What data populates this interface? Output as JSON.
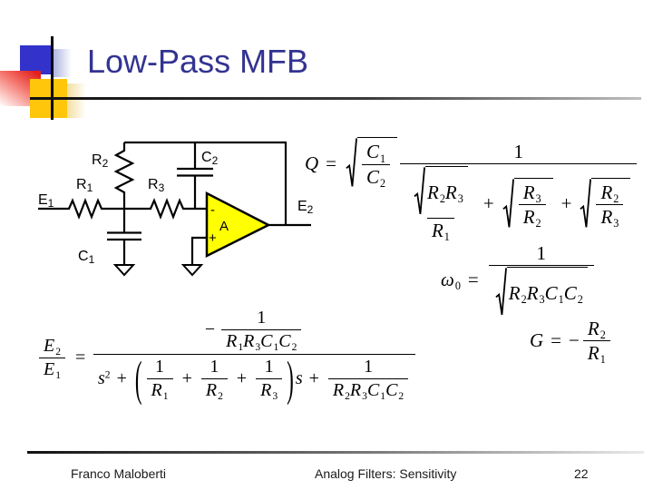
{
  "slide": {
    "title": "Low-Pass MFB",
    "footer": {
      "author": "Franco Maloberti",
      "center": "Analog Filters: Sensitivity",
      "page_number": "22"
    }
  },
  "colors": {
    "title_text": "#333392",
    "decoration_blue": "#3333CC",
    "decoration_red": "#E3201B",
    "decoration_yellow": "#FFC60B",
    "opamp_fill": "#FFFF00",
    "line_black": "#000000"
  },
  "circuit": {
    "opamp_gain": "A",
    "opamp_minus": "-",
    "opamp_plus": "+"
  },
  "math": {
    "vars": {
      "Q": {
        "base": "Q",
        "sub": ""
      },
      "G": {
        "base": "G",
        "sub": ""
      },
      "s": {
        "base": "s",
        "sub": ""
      },
      "omega0": {
        "base": "ω",
        "sub": "0"
      },
      "E1": {
        "base": "E",
        "sub": "1"
      },
      "E2": {
        "base": "E",
        "sub": "2"
      },
      "R1": {
        "base": "R",
        "sub": "1"
      },
      "R2": {
        "base": "R",
        "sub": "2"
      },
      "R3": {
        "base": "R",
        "sub": "3"
      },
      "C1": {
        "base": "C",
        "sub": "1"
      },
      "C2": {
        "base": "C",
        "sub": "2"
      }
    },
    "tokens": {
      "eq": "=",
      "plus": "+",
      "minus": "−",
      "one": "1",
      "sup2": "2",
      "lparen": "(",
      "rparen": ")"
    },
    "formulas": {
      "q": "Q = √(C1/C2) · 1/(√(R2R3)/R1 + √(R3/R2) + √(R2/R3))",
      "omega0": "ω0 = 1/√(R2R3C1C2)",
      "gain": "G = −R2/R1",
      "transfer": "E2/E1 = −(1/(R1R3C1C2)) / (s² + (1/R1 + 1/R2 + 1/R3)s + 1/(R2R3C1C2))"
    }
  }
}
